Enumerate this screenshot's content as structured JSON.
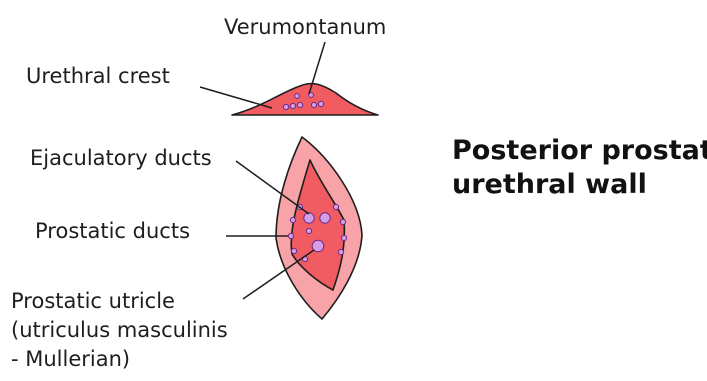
{
  "labels": {
    "verumontanum": "Verumontanum",
    "urethral_crest": "Urethral crest",
    "ejaculatory_ducts": "Ejaculatory ducts",
    "prostatic_ducts": "Prostatic ducts",
    "prostatic_utricle": [
      "Prostatic utricle",
      "(utriculus masculinis",
      "- Mullerian)"
    ]
  },
  "title": [
    "Posterior prostatic",
    "urethral wall"
  ],
  "colors": {
    "outer_fill": "#f7a3a8",
    "inner_fill": "#f15b62",
    "crest_fill": "#f15b62",
    "duct_fill": "#d79ee8",
    "duct_stroke": "#6a2c87",
    "line": "#1e1e1e"
  }
}
